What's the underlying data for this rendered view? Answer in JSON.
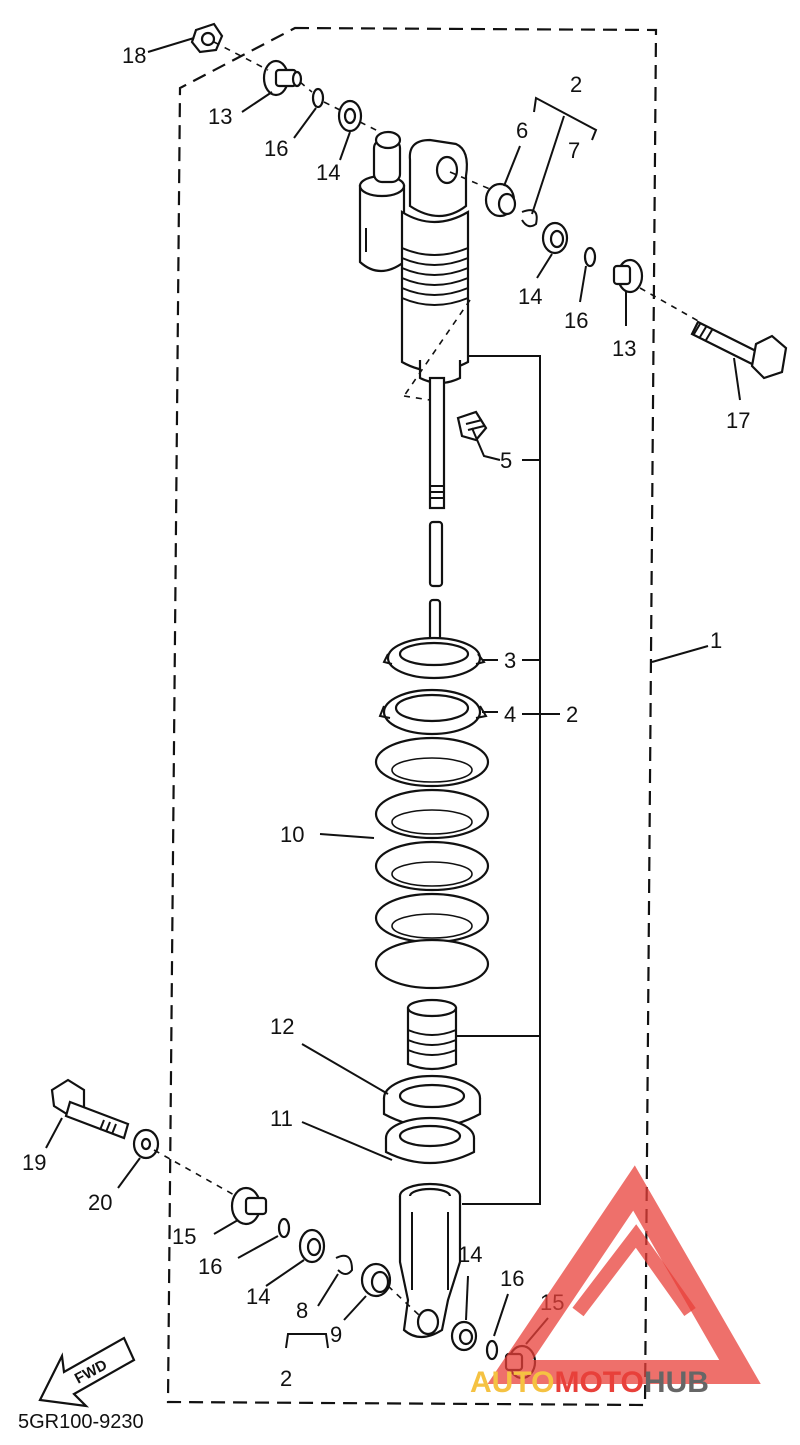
{
  "diagram": {
    "part_code": "5GR100-9230",
    "fwd_label": "FWD",
    "labels": {
      "l18": "18",
      "l13a": "13",
      "l16a": "16",
      "l14a": "14",
      "l2a": "2",
      "l6": "6",
      "l7": "7",
      "l14b": "14",
      "l16b": "16",
      "l13b": "13",
      "l17": "17",
      "l5": "5",
      "l1": "1",
      "l3": "3",
      "l4": "4",
      "l2b": "2",
      "l10": "10",
      "l12": "12",
      "l11": "11",
      "l19": "19",
      "l20": "20",
      "l15a": "15",
      "l16c": "16",
      "l14c": "14",
      "l8": "8",
      "l9": "9",
      "l2c": "2",
      "l14d": "14",
      "l16d": "16",
      "l15b": "15"
    }
  },
  "watermark": {
    "part1": "AUTO",
    "part2": "MOTO",
    "part3": "HUB",
    "colors": {
      "red": "#e8403a",
      "yellow": "#f5c242",
      "gray": "#666666"
    }
  }
}
